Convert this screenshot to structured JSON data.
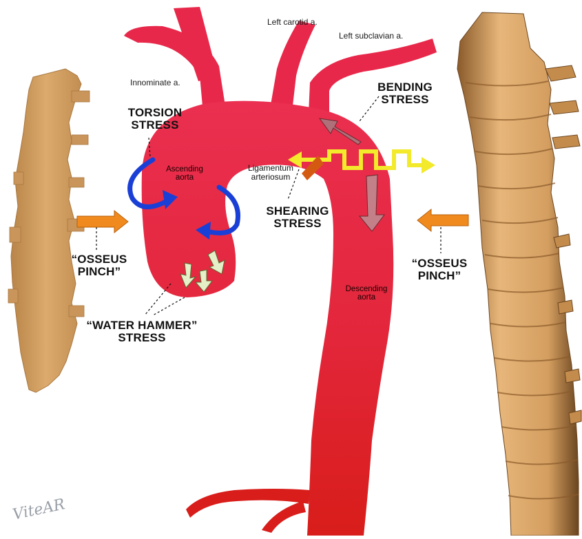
{
  "labels": {
    "innominate": "Innominate a.",
    "left_carotid": "Left carotid a.",
    "left_subclavian": "Left subclavian a.",
    "ascending_aorta": "Ascending aorta",
    "descending_aorta": "Descending aorta",
    "ligamentum": "Ligamentum arteriosum",
    "torsion": "TORSION STRESS",
    "bending": "BENDING STRESS",
    "shearing": "SHEARING STRESS",
    "osseus_left": "“OSSEUS PINCH”",
    "osseus_right": "“OSSEUS PINCH”",
    "water_hammer": "“WATER HAMMER” STRESS"
  },
  "signature": "ViteAR",
  "colors": {
    "aorta": "#e8283a",
    "aorta_dark": "#d61e1e",
    "bone": "#d9a86a",
    "bone_dark": "#a8773f",
    "torsion_arrow": "#1a3fd6",
    "pinch_arrow": "#f08a1e",
    "shear_arrow": "#f2ea2a",
    "bending_arrow": "#b0707a",
    "water_hammer_arrow": "#e6f0c8"
  }
}
